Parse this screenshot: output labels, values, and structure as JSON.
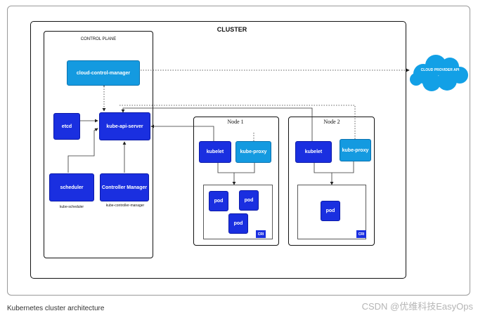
{
  "diagram": {
    "cluster_label": "CLUSTER",
    "control_plane_label": "CONTROL PLANE",
    "components": {
      "cloud_control_manager": "cloud-control-manager",
      "etcd": "etcd",
      "kube_api_server": "kube-api-server",
      "scheduler": "scheduler",
      "controller_manager": "Controller Manager",
      "scheduler_caption": "kube-scheduler",
      "controller_manager_caption": "kube-controller-manager"
    },
    "cloud_provider_api": "CLOUD PROVIDER API",
    "nodes": [
      {
        "title": "Node 1",
        "kubelet": "kubelet",
        "kube_proxy": "kube-proxy",
        "pods": [
          "pod",
          "pod",
          "pod"
        ],
        "cri": "CRI"
      },
      {
        "title": "Node 2",
        "kubelet": "kubelet",
        "kube_proxy": "kube-proxy",
        "pods": [
          "pod"
        ],
        "cri": "CRI"
      }
    ]
  },
  "caption": "Kubernetes cluster architecture",
  "watermark": "CSDN @优维科技EasyOps",
  "colors": {
    "dark_blue": "#1a2fe0",
    "light_blue": "#149ae0",
    "cloud": "#12a0e6"
  }
}
